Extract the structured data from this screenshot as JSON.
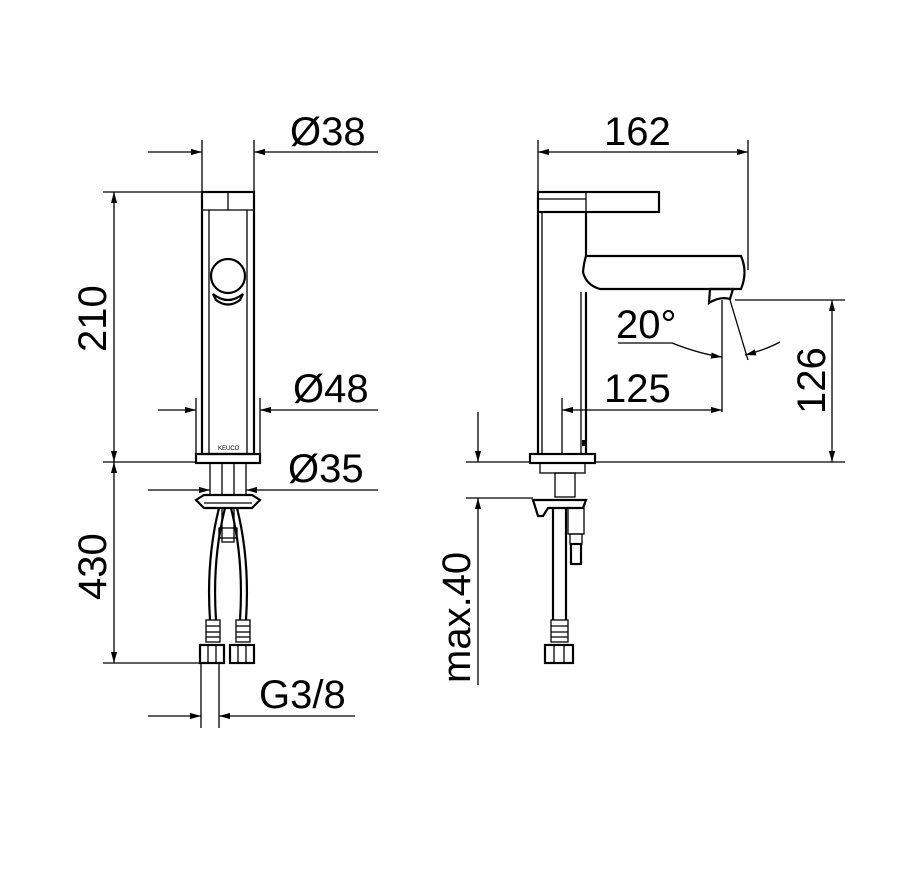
{
  "dimensions": {
    "front_top_diameter": "Ø38",
    "front_height": "210",
    "front_base_diameter": "Ø48",
    "front_mount_diameter": "Ø35",
    "front_hose_length": "430",
    "front_connection": "G3/8",
    "side_width": "162",
    "side_angle": "20°",
    "side_reach": "125",
    "side_spout_height": "126",
    "side_max_thickness": "max.40"
  },
  "brand": "KEUCO"
}
